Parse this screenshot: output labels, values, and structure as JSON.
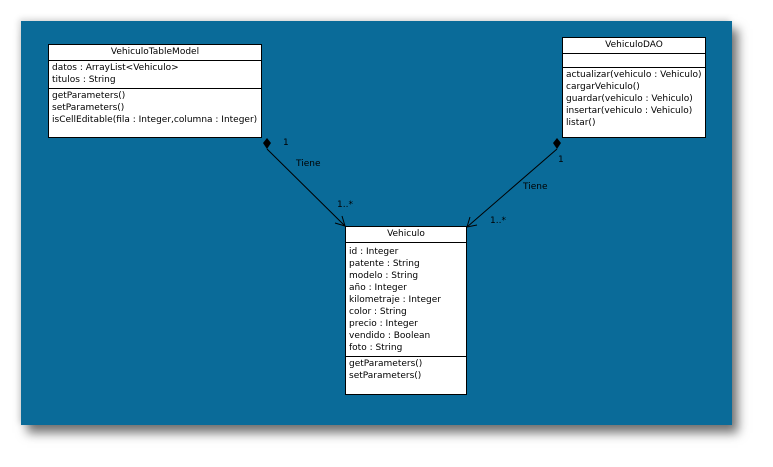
{
  "classes": {
    "table_model": {
      "name": "VehiculoTableModel",
      "attributes": [
        "datos : ArrayList<Vehiculo>",
        "titulos : String"
      ],
      "operations": [
        "getParameters()",
        "setParameters()",
        "isCellEditable(fila : Integer,columna : Integer)"
      ]
    },
    "dao": {
      "name": "VehiculoDAO",
      "attributes": [],
      "operations": [
        "actualizar(vehiculo : Vehiculo)",
        "cargarVehiculo()",
        "guardar(vehiculo : Vehiculo)",
        "insertar(vehiculo : Vehiculo)",
        "listar()"
      ]
    },
    "vehiculo": {
      "name": "Vehiculo",
      "attributes": [
        "id : Integer",
        "patente : String",
        "modelo : String",
        "año : Integer",
        "kilometraje : Integer",
        "color : String",
        "precio : Integer",
        "vendido : Boolean",
        "foto : String"
      ],
      "operations": [
        "getParameters()",
        "setParameters()"
      ]
    }
  },
  "associations": {
    "left": {
      "label": "Tiene",
      "source_multiplicity": "1",
      "target_multiplicity": "1..*"
    },
    "right": {
      "label": "Tiene",
      "source_multiplicity": "1",
      "target_multiplicity": "1..*"
    }
  },
  "colors": {
    "canvas": "#0a6b99",
    "box": "#ffffff",
    "line": "#000000"
  }
}
